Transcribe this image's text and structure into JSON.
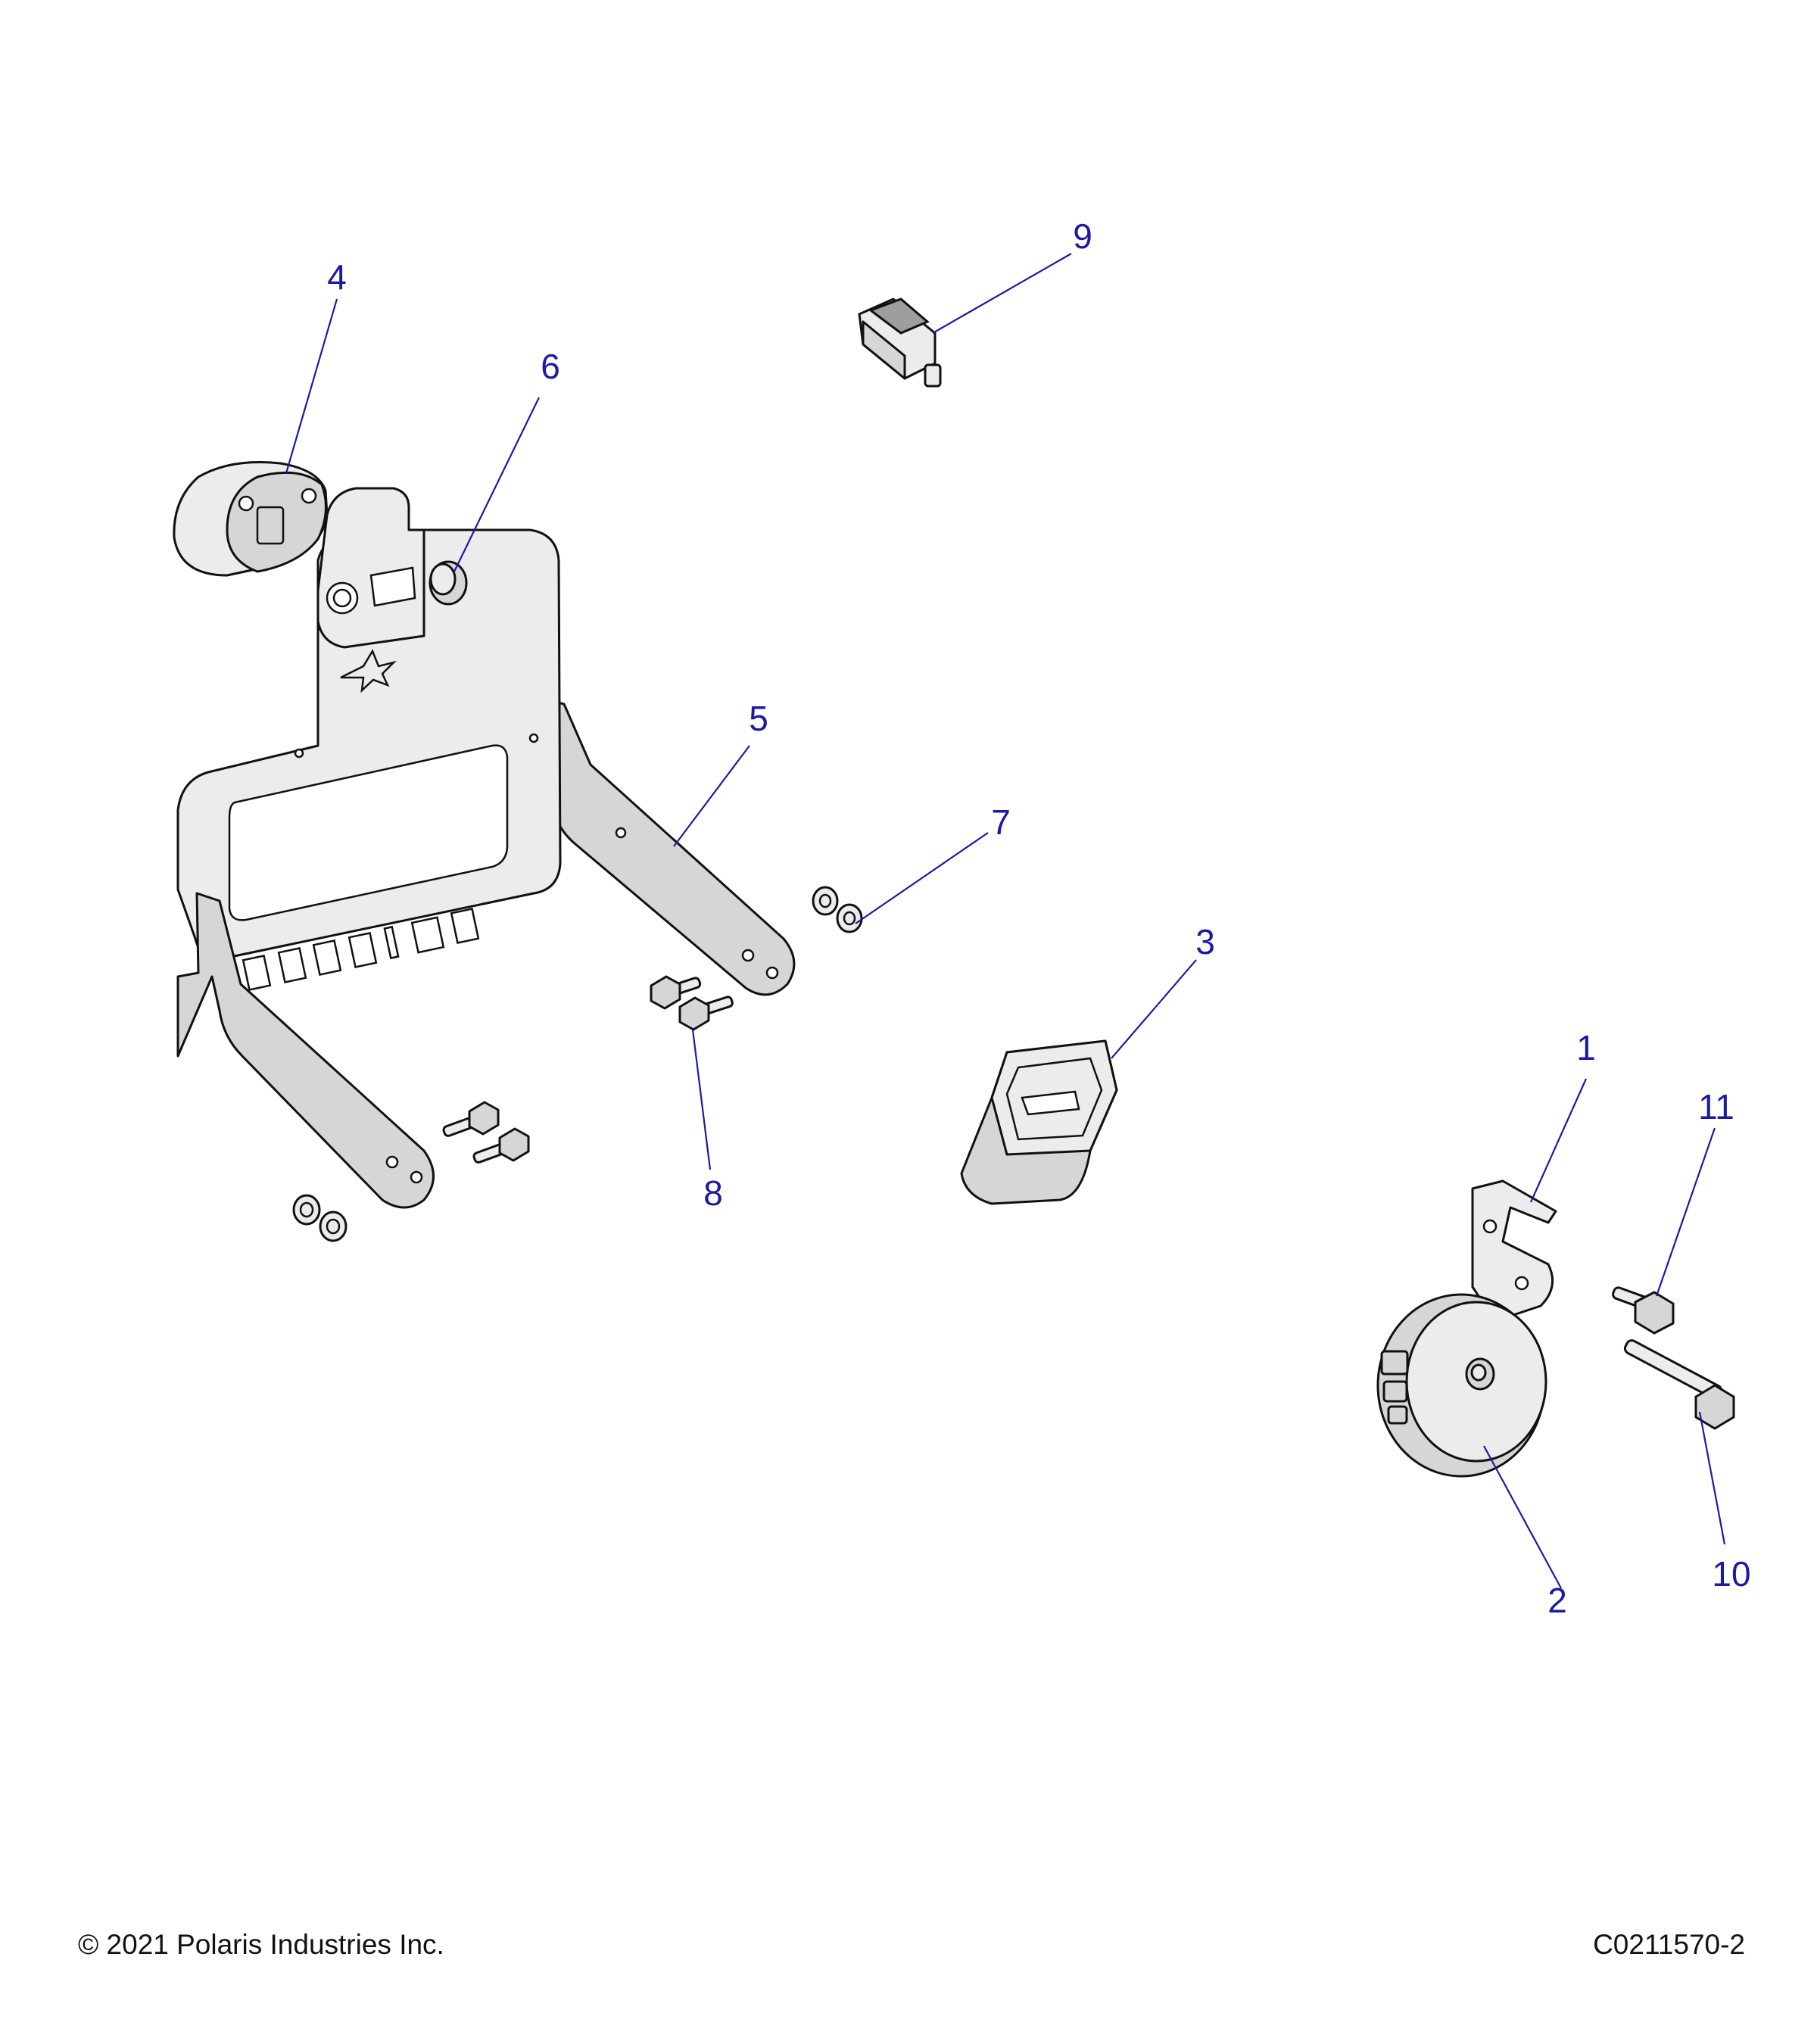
{
  "callouts": {
    "c1": "1",
    "c2": "2",
    "c3": "3",
    "c4": "4",
    "c5": "5",
    "c6": "6",
    "c7": "7",
    "c8": "8",
    "c9": "9",
    "c10": "10",
    "c11": "11"
  },
  "footer": {
    "copyright": "© 2021 Polaris Industries Inc.",
    "drawing_number": "C0211570-2"
  },
  "colors": {
    "callout": "#1a1aa6",
    "part_fill": "#d6d6d6",
    "outline": "#111111"
  }
}
